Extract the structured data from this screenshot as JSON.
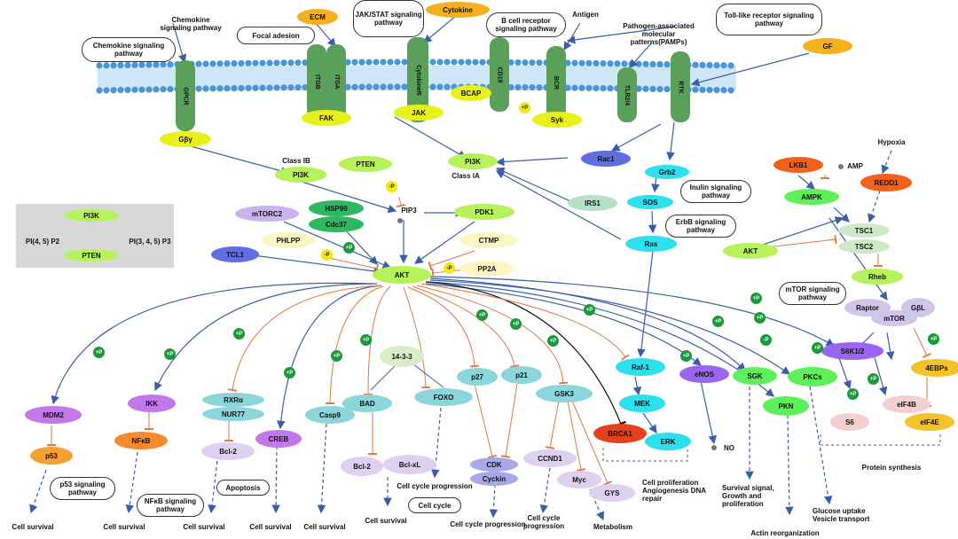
{
  "receptors": {
    "gpcr": "GPCR",
    "itgb": "ITGB",
    "itga": "ITGA",
    "cytokiner": "CytokineR",
    "cd19": "CD19",
    "bcr": "BCR",
    "tlr": "TLR2/4",
    "rtk": "RTK"
  },
  "ligands": {
    "ecm": "ECM",
    "cytokine": "Cytokine",
    "gf": "GF",
    "antigen": "Antigen",
    "pamps": "Pathogen-associated molecular patterns(PAMPs)",
    "chemokine_label": "Chemokine signaling pathway"
  },
  "pathways": {
    "chemokine": "Chemokine signaling pathway",
    "focal": "Focal adesion",
    "jak_stat": "JAK/STAT signaling pathway",
    "bcell": "B cell receptor signaling pathway",
    "tlr": "Toll-like receptor signaling pathway",
    "insulin": "Inulin signaling pathway",
    "erbb": "ErbB signaling pathway",
    "mtor": "mTOR signaling pathway",
    "p53": "p53 signaling pathway",
    "nfkb": "NFκB signaling pathway",
    "apoptosis": "Apoptosis",
    "cellcycle": "Cell cycle"
  },
  "nodes": {
    "gby": "Gβγ",
    "fak": "FAK",
    "jak": "JAK",
    "bcap": "BCAP",
    "syk": "Syk",
    "rac1": "Rac1",
    "pi3k_ib": "PI3K",
    "class_ib": "Class IB",
    "pi3k_center": "PI3K",
    "class_ia": "Class IA",
    "pten": "PTEN",
    "pip3": "PIP3",
    "mtorc2": "mTORC2",
    "hsp90": "HSP90",
    "cdc37": "Cdc37",
    "pdk1": "PDK1",
    "phlpp": "PHLPP",
    "tcl1": "TCL1",
    "akt": "AKT",
    "ctmp": "CTMP",
    "pp2a": "PP2A",
    "irs1": "IRS1",
    "grb2": "Grb2",
    "sos": "SOS",
    "ras": "Ras",
    "lkb1": "LKB1",
    "amp": "AMP",
    "ampk": "AMPK",
    "hypoxia": "Hypoxia",
    "redd1": "REDD1",
    "tsc1": "TSC1",
    "tsc2": "TSC2",
    "akt2": "AKT",
    "rheb": "Rheb",
    "raptor": "Raptor",
    "gbl": "GβL",
    "mtor": "mTOR",
    "s6k": "S6K1/2",
    "s6": "S6",
    "eif4b": "eIF4B",
    "ebp": "4EBPs",
    "eif4e": "eIF4E",
    "mdm2": "MDM2",
    "p53": "p53",
    "ikk": "IKK",
    "nfkb": "NFκB",
    "rxra": "RXRα",
    "nur77": "NUR77",
    "bcl2a": "Bcl-2",
    "creb": "CREB",
    "casp9": "Casp9",
    "bad": "BAD",
    "p1433": "14-3-3",
    "bcl2b": "Bcl-2",
    "bclxl": "Bcl-xL",
    "foxo": "FOXO",
    "p27": "p27",
    "p21": "p21",
    "cdk": "CDK",
    "cyclin": "Cyckin",
    "gsk3": "GSK3",
    "ccnd1": "CCND1",
    "myc": "Myc",
    "gys": "GYS",
    "raf1": "Raf-1",
    "mek": "MEK",
    "erk": "ERK",
    "brca1": "BRCA1",
    "enos": "eNOS",
    "no": "NO",
    "sgk": "SGK",
    "pkcs": "PKCs",
    "pkn": "PKN"
  },
  "outcomes": {
    "cs1": "Cell survival",
    "cs2": "Cell survival",
    "cs3": "Cell survival",
    "cs4": "Cell survival",
    "cs5": "Cell survival",
    "cs6": "Cell survival",
    "ccp1": "Cell cycle progression",
    "ccp2": "Cell cycle progression",
    "ccp3": "Cell cycle progression",
    "metabolism": "Metabolism",
    "prolif": "Cell proliferation Angiogenesis DNA repair",
    "survival": "Survival signal, Growth and proliferation",
    "actin": "Actin reorganization",
    "glucose": "Glucose uptake Vesicle transport",
    "protein": "Protein synthesis"
  },
  "legend": {
    "pi3k": "PI3K",
    "pten": "PTEN",
    "left": "PI(4, 5) P2",
    "right": "PI(3, 4, 5) P3"
  },
  "phospho": {
    "plus": "+P",
    "minus": "-P"
  }
}
